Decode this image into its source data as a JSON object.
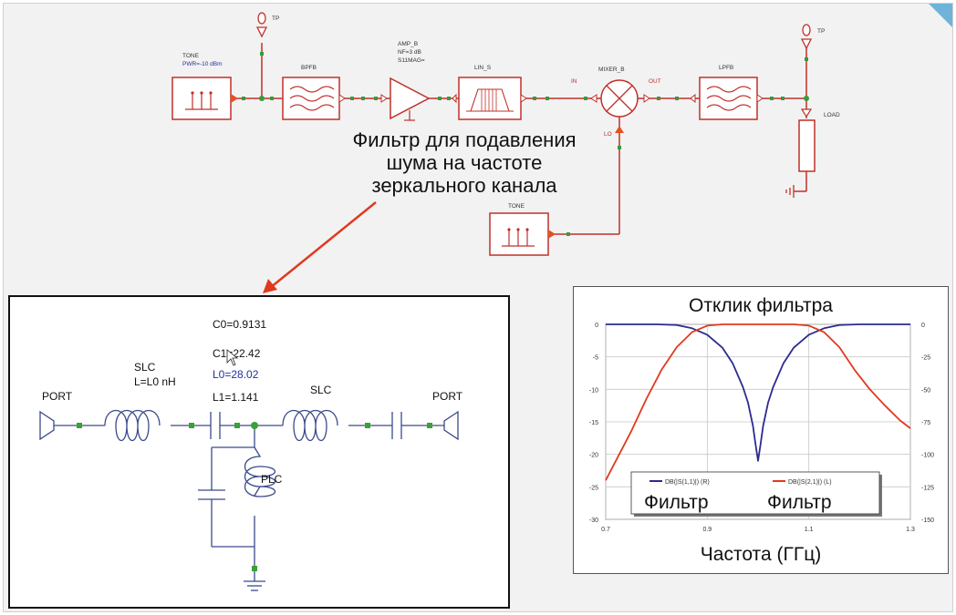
{
  "block_diagram": {
    "tone1_label": "TONE",
    "tone1_power": "PWR=-10 dBm",
    "tp1_label": "TP",
    "bpfb_label": "BPFB",
    "amp_label": "AMP_B",
    "amp_nf": "NF=3 dB",
    "amp_s11": "S11MAG=",
    "lin_label": "LIN_S",
    "in_label": "IN",
    "mixer_label": "MIXER_B",
    "out_label": "OUT",
    "lo_label": "LO",
    "lpfb_label": "LPFB",
    "tp2_label": "TP",
    "load_label": "LOAD",
    "tone2_label": "TONE"
  },
  "annotation": {
    "line1": "Фильтр для подавления",
    "line2": "шума на частоте",
    "line3": "зеркального канала"
  },
  "filter_schematic": {
    "c0": "C0=0.9131",
    "c1": "C1=22.42",
    "l0": "L0=28.02",
    "l1": "L1=1.141",
    "slc1": "SLC",
    "slc1_value": "L=L0 nH",
    "slc2": "SLC",
    "plc": "PLC",
    "port_left": "PORT",
    "port_right": "PORT"
  },
  "chart_data": {
    "type": "line",
    "title": "Отклик фильтра",
    "xlabel": "Частота (ГГц)",
    "xlim": [
      0.7,
      1.3
    ],
    "x_ticks": [
      "0.7",
      "0.9",
      "1.1",
      "1.3"
    ],
    "y_left_lim": [
      -30,
      0
    ],
    "y_left_ticks": [
      "0",
      "-5",
      "-10",
      "-15",
      "-20",
      "-25",
      "-30"
    ],
    "y_right_lim": [
      -150,
      0
    ],
    "y_right_ticks": [
      "0",
      "-25",
      "-50",
      "-75",
      "-100",
      "-125",
      "-150"
    ],
    "grid": true,
    "legend_placement": "bottom",
    "series": [
      {
        "name": "DB(|S(1,1)|) (R)",
        "axis": "right",
        "color": "#2b2b8f",
        "x": [
          0.7,
          0.75,
          0.8,
          0.84,
          0.87,
          0.9,
          0.93,
          0.95,
          0.97,
          0.98,
          0.99,
          0.995,
          1.0,
          1.005,
          1.01,
          1.02,
          1.03,
          1.05,
          1.07,
          1.1,
          1.13,
          1.16,
          1.2,
          1.25,
          1.3
        ],
        "y": [
          0,
          0,
          0,
          -0.5,
          -3,
          -8,
          -18,
          -30,
          -48,
          -60,
          -78,
          -92,
          -105,
          -92,
          -78,
          -60,
          -48,
          -30,
          -18,
          -8,
          -3,
          -0.5,
          0,
          0,
          0
        ]
      },
      {
        "name": "DB(|S(2,1)|) (L)",
        "axis": "left",
        "color": "#e03a1e",
        "x": [
          0.7,
          0.72,
          0.75,
          0.78,
          0.81,
          0.84,
          0.87,
          0.9,
          0.93,
          0.97,
          1.0,
          1.03,
          1.07,
          1.1,
          1.13,
          1.16,
          1.19,
          1.22,
          1.25,
          1.28,
          1.3
        ],
        "y": [
          -24,
          -21,
          -16.5,
          -11.5,
          -7,
          -3.5,
          -1.2,
          -0.2,
          0,
          0,
          0,
          0,
          0,
          -0.2,
          -1.2,
          -3.5,
          -7,
          -10,
          -12.5,
          -14.8,
          -16
        ]
      }
    ],
    "overlay_labels": [
      "Фильтр",
      "Фильтр"
    ]
  }
}
